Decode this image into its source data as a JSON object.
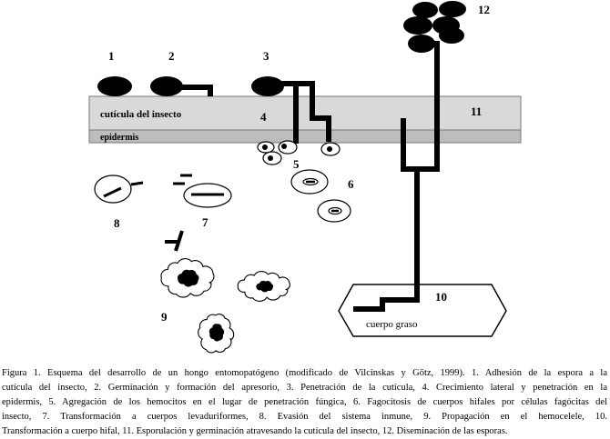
{
  "figure": {
    "stage_labels": [
      "1",
      "2",
      "3",
      "4",
      "5",
      "6",
      "7",
      "8",
      "9",
      "10",
      "11",
      "12"
    ],
    "cuticle_label": "cutícula del insecto",
    "epidermis_label": "epidermis",
    "fat_body_label": "cuerpo graso"
  },
  "caption": {
    "lines": [
      "Figura 1. Esquema del desarrollo de un hongo entomopatógeno (modificado de Vilcinskas y Götz, 1999). 1. Adhesión de la espora a la",
      "cutícula del insecto, 2. Germinación y formación del apresorio, 3. Penetración de la cutícula, 4. Crecimiento lateral y penetración en la",
      "epidermis, 5. Agregación de los hemocitos en el lugar de penetración fúngica, 6. Fagocitosis de cuerpos hifales por células fagócitas del",
      "insecto, 7. Transformación a cuerpos levaduriformes, 8. Evasión del sistema inmune, 9. Propagación en el hemocelele, 10.",
      "Transformación a cuerpo hifal, 11. Esporulación y germinación atravesando la cutícula del insecto, 12. Diseminación de las esporas."
    ]
  },
  "colors": {
    "cuticle": "#d9d9d9",
    "epidermis": "#bdbdbd",
    "ink": "#000000"
  }
}
